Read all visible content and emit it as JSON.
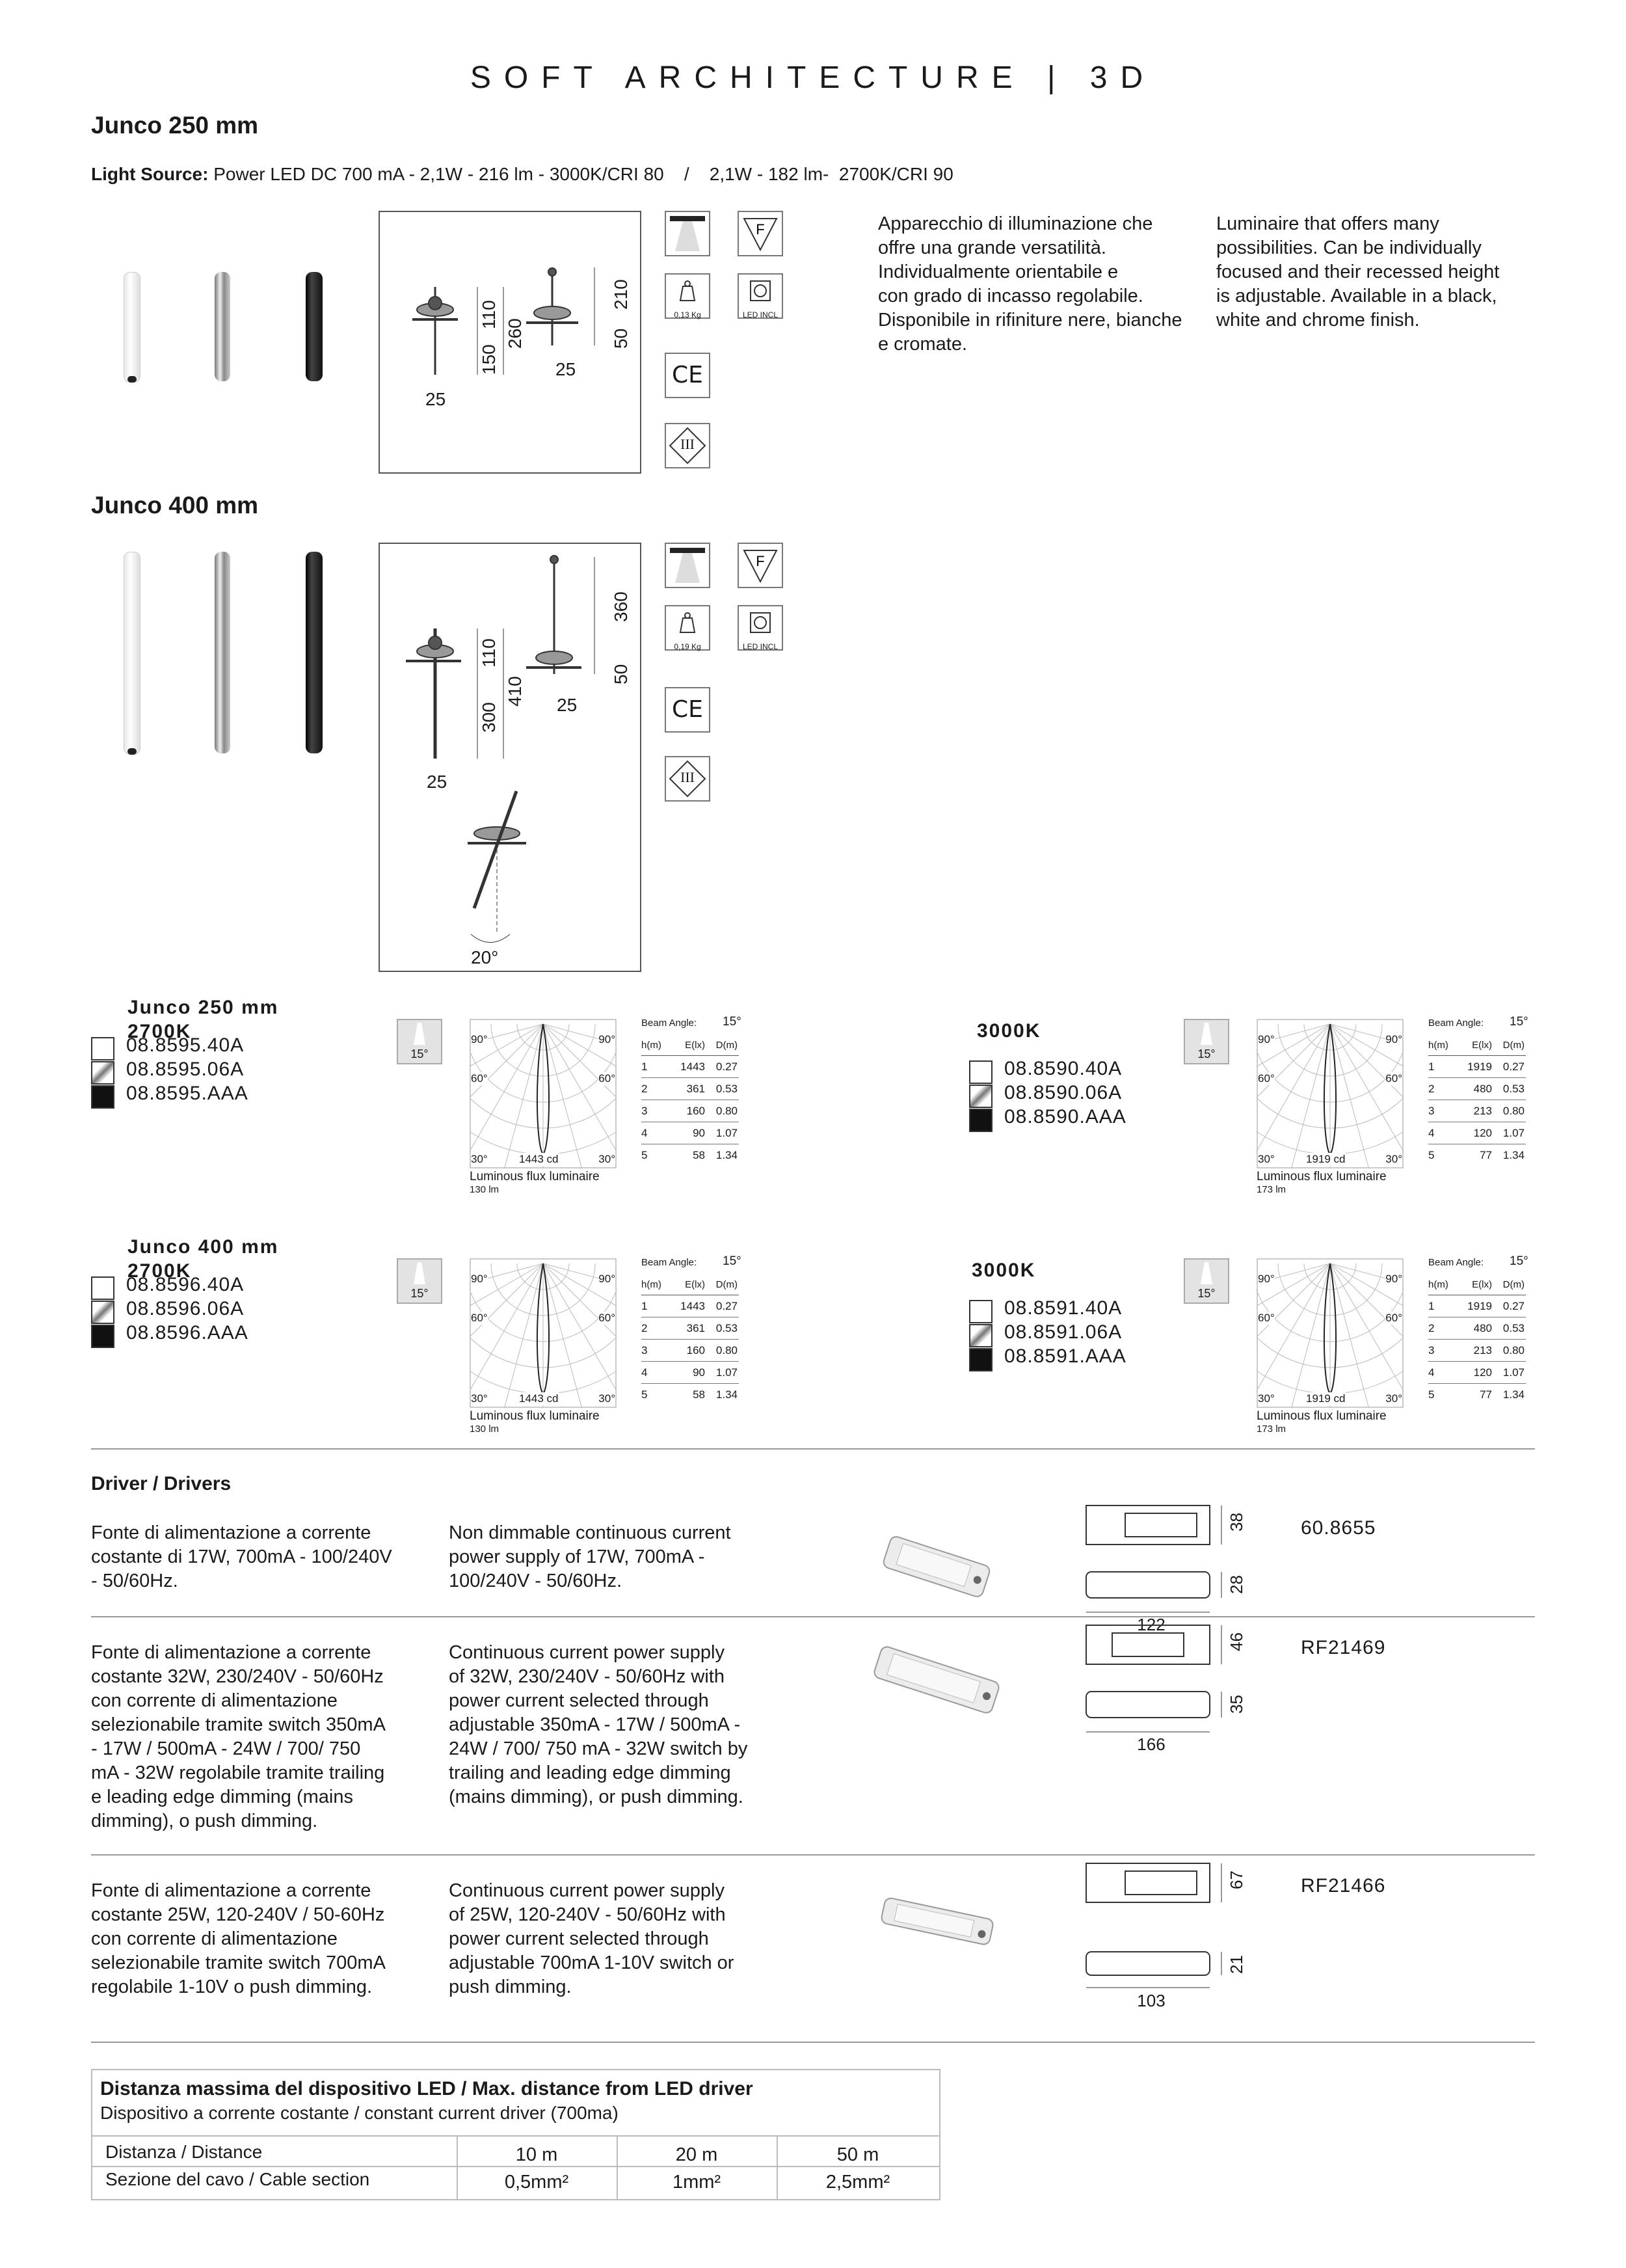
{
  "header": {
    "title": "SOFT ARCHITECTURE | 3D"
  },
  "product250": {
    "name": "Junco 250 mm",
    "light_source_label": "Light Source:",
    "light_source_text": "Power LED DC 700 mA - 2,1W - 216 lm - 3000K/CRI 80    /    2,1W - 182 lm-  2700K/CRI 90",
    "dims": {
      "d1": "110",
      "d2": "150",
      "d3": "260",
      "d4": "25",
      "d5": "210",
      "d6": "50",
      "d7": "25"
    },
    "weight": "0,13 Kg",
    "led_incl": "LED INCL",
    "desc_it": [
      "Apparecchio di illuminazione che",
      "offre una grande versatilità.",
      "Individualmente orientabile e",
      "con grado di incasso regolabile.",
      "Disponibile in rifiniture nere, bianche",
      "e cromate."
    ],
    "desc_en": [
      "Luminaire that offers many",
      "possibilities. Can be individually",
      "focused and their recessed height",
      "is adjustable. Available in a black,",
      "white and chrome finish."
    ]
  },
  "product400": {
    "name": "Junco 400 mm",
    "dims": {
      "d1": "110",
      "d2": "300",
      "d3": "410",
      "d4": "25",
      "d5": "360",
      "d6": "50",
      "d7": "25",
      "angle": "20°"
    },
    "weight": "0,19 Kg",
    "led_incl": "LED INCL"
  },
  "icons": {
    "f_mark": "F",
    "ce_mark": "CE",
    "class3": "III"
  },
  "variants": [
    {
      "title": "Junco 250 mm",
      "temp": "2700K",
      "codes": [
        "08.8595.40A",
        "08.8595.06A",
        "08.8595.AAA"
      ]
    },
    {
      "title": "",
      "temp": "3000K",
      "codes": [
        "08.8590.40A",
        "08.8590.06A",
        "08.8590.AAA"
      ]
    },
    {
      "title": "Junco 400 mm",
      "temp": "2700K",
      "codes": [
        "08.8596.40A",
        "08.8596.06A",
        "08.8596.AAA"
      ]
    },
    {
      "title": "",
      "temp": "3000K",
      "codes": [
        "08.8591.40A",
        "08.8591.06A",
        "08.8591.AAA"
      ]
    }
  ],
  "photometric": [
    {
      "beam_label": "Beam Angle:",
      "beam": "15°",
      "beam_icon": "15°",
      "cd": "1443 cd",
      "flux_label": "Luminous flux luminaire",
      "flux": "130 lm",
      "headers": [
        "h(m)",
        "E(lx)",
        "D(m)"
      ],
      "rows": [
        [
          "1",
          "1443",
          "0.27"
        ],
        [
          "2",
          "361",
          "0.53"
        ],
        [
          "3",
          "160",
          "0.80"
        ],
        [
          "4",
          "90",
          "1.07"
        ],
        [
          "5",
          "58",
          "1.34"
        ]
      ]
    },
    {
      "beam_label": "Beam Angle:",
      "beam": "15°",
      "beam_icon": "15°",
      "cd": "1919 cd",
      "flux_label": "Luminous flux luminaire",
      "flux": "173 lm",
      "headers": [
        "h(m)",
        "E(lx)",
        "D(m)"
      ],
      "rows": [
        [
          "1",
          "1919",
          "0.27"
        ],
        [
          "2",
          "480",
          "0.53"
        ],
        [
          "3",
          "213",
          "0.80"
        ],
        [
          "4",
          "120",
          "1.07"
        ],
        [
          "5",
          "77",
          "1.34"
        ]
      ]
    },
    {
      "beam_label": "Beam Angle:",
      "beam": "15°",
      "beam_icon": "15°",
      "cd": "1443 cd",
      "flux_label": "Luminous flux luminaire",
      "flux": "130 lm",
      "headers": [
        "h(m)",
        "E(lx)",
        "D(m)"
      ],
      "rows": [
        [
          "1",
          "1443",
          "0.27"
        ],
        [
          "2",
          "361",
          "0.53"
        ],
        [
          "3",
          "160",
          "0.80"
        ],
        [
          "4",
          "90",
          "1.07"
        ],
        [
          "5",
          "58",
          "1.34"
        ]
      ]
    },
    {
      "beam_label": "Beam Angle:",
      "beam": "15°",
      "beam_icon": "15°",
      "cd": "1919 cd",
      "flux_label": "Luminous flux luminaire",
      "flux": "173 lm",
      "headers": [
        "h(m)",
        "E(lx)",
        "D(m)"
      ],
      "rows": [
        [
          "1",
          "1919",
          "0.27"
        ],
        [
          "2",
          "480",
          "0.53"
        ],
        [
          "3",
          "213",
          "0.80"
        ],
        [
          "4",
          "120",
          "1.07"
        ],
        [
          "5",
          "77",
          "1.34"
        ]
      ]
    }
  ],
  "polar_labels": {
    "a90": "90°",
    "a60": "60°",
    "a30": "30°"
  },
  "drivers": {
    "heading": "Driver / Drivers",
    "items": [
      {
        "it": [
          "Fonte di alimentazione a corrente",
          "costante di 17W, 700mA - 100/240V",
          "- 50/60Hz."
        ],
        "en": [
          "Non dimmable continuous current",
          "power supply of 17W, 700mA -",
          "100/240V - 50/60Hz."
        ],
        "code": "60.8655",
        "dims": {
          "h1": "38",
          "h2": "28",
          "w": "122"
        }
      },
      {
        "it": [
          "Fonte di alimentazione a corrente",
          "costante 32W, 230/240V - 50/60Hz",
          "con corrente di alimentazione",
          "selezionabile tramite switch 350mA",
          "- 17W / 500mA - 24W / 700/ 750",
          "mA - 32W regolabile tramite trailing",
          "e leading edge dimming (mains",
          "dimming), o push dimming."
        ],
        "en": [
          "Continuous current power supply",
          "of 32W, 230/240V - 50/60Hz with",
          "power current selected through",
          "adjustable 350mA - 17W / 500mA -",
          "24W / 700/ 750 mA - 32W switch by",
          "trailing and leading edge dimming",
          "(mains dimming), or push dimming."
        ],
        "code": "RF21469",
        "dims": {
          "h1": "46",
          "h2": "35",
          "w": "166"
        }
      },
      {
        "it": [
          "Fonte di alimentazione a corrente",
          "costante 25W, 120-240V / 50-60Hz",
          "con corrente di alimentazione",
          "selezionabile tramite switch 700mA",
          "regolabile 1-10V o push dimming."
        ],
        "en": [
          "Continuous current power supply",
          "of 25W, 120-240V - 50/60Hz with",
          "power current selected through",
          "adjustable 700mA 1-10V switch or",
          "push dimming."
        ],
        "code": "RF21466",
        "dims": {
          "h1": "67",
          "h2": "21",
          "w": "103"
        }
      }
    ]
  },
  "distance_table": {
    "title": "Distanza massima del dispositivo LED /  Max. distance from LED driver",
    "subtitle": "Dispositivo a corrente costante / constant current driver (700ma)",
    "row1_label": "Distanza / Distance",
    "row2_label": "Sezione del cavo / Cable section",
    "distances": [
      "10 m",
      "20 m",
      "50 m"
    ],
    "sections": [
      "0,5mm²",
      "1mm²",
      "2,5mm²"
    ]
  },
  "colors": {
    "white_finish": "#ffffff",
    "chrome_finish": "#a8a8a8",
    "black_finish": "#111111"
  }
}
